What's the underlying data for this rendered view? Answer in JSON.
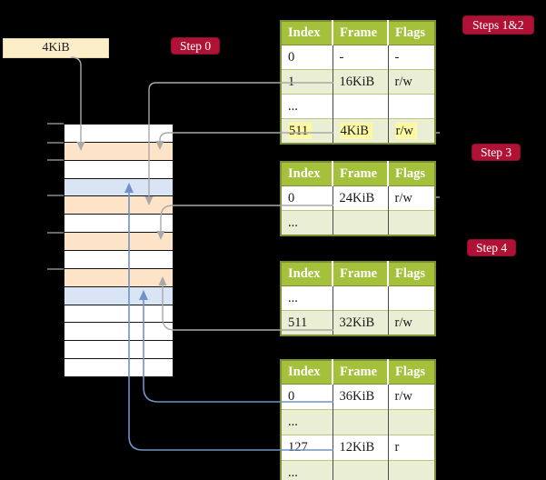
{
  "colors": {
    "background": "#000000",
    "badge_red": "#b01235",
    "table_header_green": "#a5c13b",
    "table_shaded_row_green": "#e9eed5",
    "highlight_yellow": "#fdf9a2",
    "memory_frame_peach": "#fde3c8",
    "memory_frame_blue": "#d9e5f5",
    "connector_gray": "#a9a9a9",
    "connector_blue": "#7191c9"
  },
  "legend_box": {
    "label": "4KiB"
  },
  "badges": {
    "step0": {
      "label": "Step 0"
    },
    "steps12": {
      "label": "Steps 1&2"
    },
    "step3": {
      "label": "Step 3"
    },
    "step4": {
      "label": "Step 4"
    }
  },
  "tables": [
    {
      "name": "page-table-steps-1-2",
      "columns": [
        "Index",
        "Frame",
        "Flags"
      ],
      "rows": [
        {
          "cells": [
            "0",
            "-",
            "-"
          ],
          "shaded": false,
          "highlight": false
        },
        {
          "cells": [
            "1",
            "16KiB",
            "r/w"
          ],
          "shaded": true,
          "highlight": false
        },
        {
          "cells": [
            "...",
            "",
            ""
          ],
          "shaded": false,
          "highlight": false
        },
        {
          "cells": [
            "511",
            "4KiB",
            "r/w"
          ],
          "shaded": true,
          "highlight": true
        }
      ]
    },
    {
      "name": "page-table-step-3",
      "columns": [
        "Index",
        "Frame",
        "Flags"
      ],
      "rows": [
        {
          "cells": [
            "0",
            "24KiB",
            "r/w"
          ],
          "shaded": false,
          "highlight": false
        },
        {
          "cells": [
            "...",
            "",
            ""
          ],
          "shaded": true,
          "highlight": false
        }
      ]
    },
    {
      "name": "page-table-step-4",
      "columns": [
        "Index",
        "Frame",
        "Flags"
      ],
      "rows": [
        {
          "cells": [
            "...",
            "",
            ""
          ],
          "shaded": false,
          "highlight": false
        },
        {
          "cells": [
            "511",
            "32KiB",
            "r/w"
          ],
          "shaded": true,
          "highlight": false
        }
      ]
    },
    {
      "name": "page-table-bottom",
      "columns": [
        "Index",
        "Frame",
        "Flags"
      ],
      "rows": [
        {
          "cells": [
            "0",
            "36KiB",
            "r/w"
          ],
          "shaded": false,
          "highlight": false
        },
        {
          "cells": [
            "...",
            "",
            ""
          ],
          "shaded": true,
          "highlight": false
        },
        {
          "cells": [
            "127",
            "12KiB",
            "r"
          ],
          "shaded": false,
          "highlight": false
        },
        {
          "cells": [
            "...",
            "",
            ""
          ],
          "shaded": true,
          "highlight": false
        }
      ]
    }
  ],
  "memory": {
    "rows": [
      {
        "fill": "white"
      },
      {
        "fill": "peach"
      },
      {
        "fill": "white"
      },
      {
        "fill": "blue"
      },
      {
        "fill": "peach"
      },
      {
        "fill": "white"
      },
      {
        "fill": "peach"
      },
      {
        "fill": "white"
      },
      {
        "fill": "peach"
      },
      {
        "fill": "blue"
      },
      {
        "fill": "white"
      },
      {
        "fill": "white"
      },
      {
        "fill": "white"
      },
      {
        "fill": "white"
      }
    ]
  }
}
